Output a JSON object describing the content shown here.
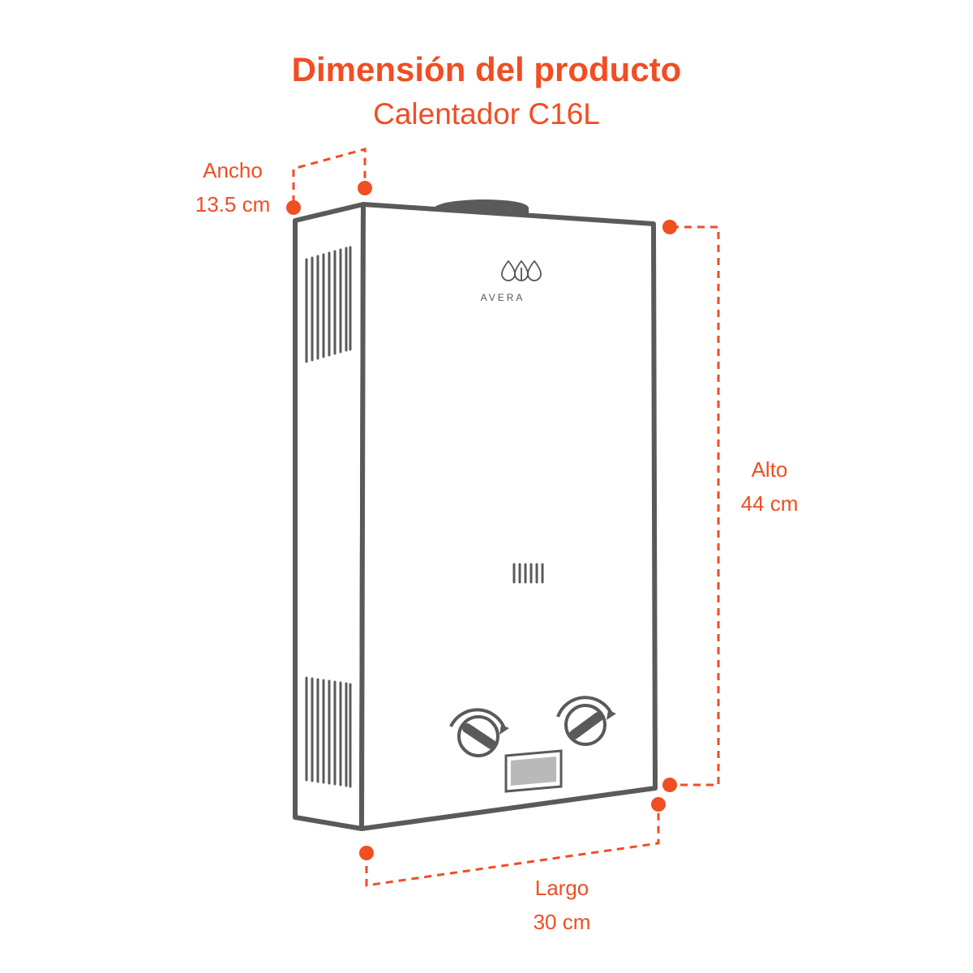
{
  "title": "Dimensión del producto",
  "subtitle": "Calentador C16L",
  "brand": "AVERA",
  "dimensions": {
    "ancho": {
      "label": "Ancho",
      "value": "13.5 cm"
    },
    "alto": {
      "label": "Alto",
      "value": "44 cm"
    },
    "largo": {
      "label": "Largo",
      "value": "30 cm"
    }
  },
  "colors": {
    "accent": "#f04e23",
    "outline": "#5a5a5a",
    "fill": "#b9b9b9"
  },
  "icons": [
    "water-drops-logo-icon",
    "left-knob-icon",
    "right-knob-icon",
    "display-window-icon"
  ]
}
